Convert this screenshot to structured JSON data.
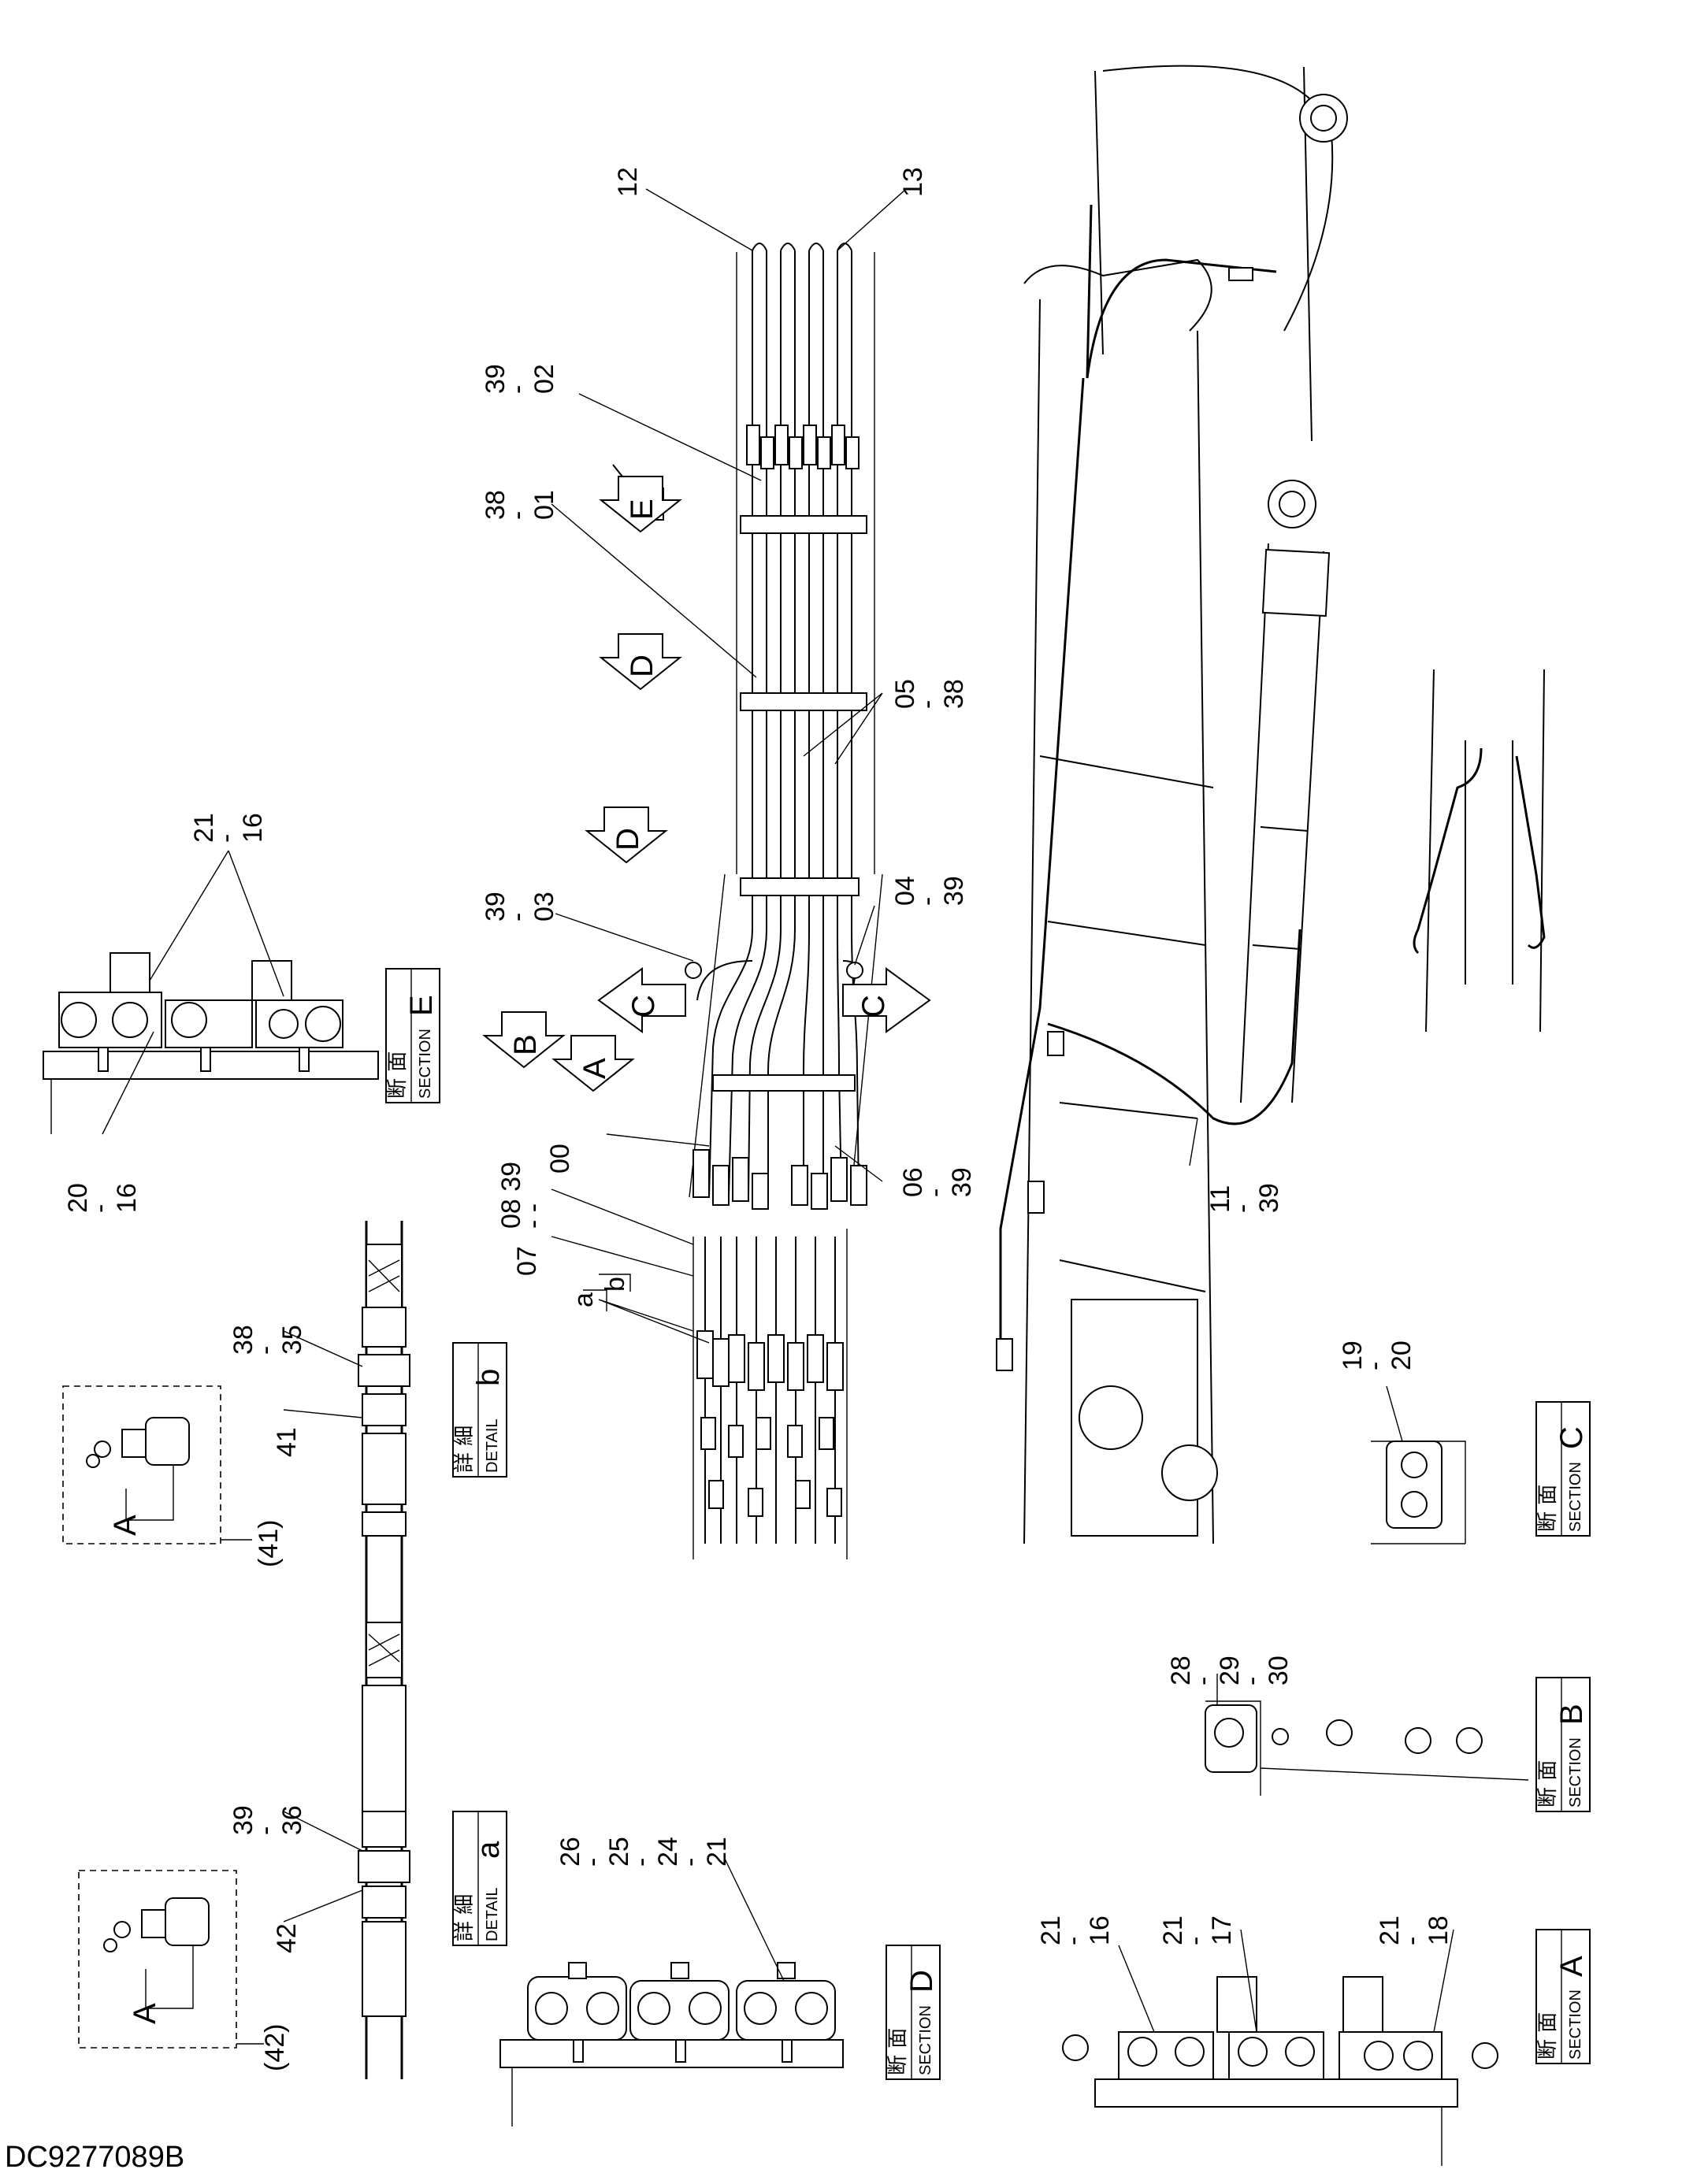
{
  "drawing_id": "DC9277089B",
  "callouts": {
    "c12": "12",
    "c13": "13",
    "c39_02": [
      "39",
      "-",
      "02"
    ],
    "c38_01": [
      "38",
      "-",
      "01"
    ],
    "c05_38": [
      "05",
      "-",
      "38"
    ],
    "c39_03": [
      "39",
      "-",
      "03"
    ],
    "c04_39": [
      "04",
      "-",
      "39"
    ],
    "c00_39": [
      "08 39",
      "- -",
      "00"
    ],
    "c07": "07",
    "c06_39": [
      "06",
      "-",
      "39"
    ],
    "c11_39": [
      "11",
      "-",
      "39"
    ],
    "c19_20": [
      "19",
      "-",
      "20"
    ],
    "c21_16_top": [
      "21",
      "-",
      "16"
    ],
    "c20_16": [
      "20",
      "-",
      "16"
    ],
    "c38_35": [
      "38",
      "-",
      "35"
    ],
    "c41": "41",
    "c41p": "(41)",
    "c39_36": [
      "39",
      "-",
      "36"
    ],
    "c42": "42",
    "c42p": "(42)",
    "c26_21": [
      "26",
      "-",
      "25",
      "-",
      "24",
      "-",
      "21"
    ],
    "c28_30": [
      "28",
      "-",
      "29",
      "-",
      "30"
    ],
    "c21_16b": [
      "21",
      "-",
      "16"
    ],
    "c21_17": [
      "21",
      "-",
      "17"
    ],
    "c21_18": [
      "21",
      "-",
      "18"
    ],
    "ca": "a",
    "cb": "b"
  },
  "view_arrows": {
    "E": "E",
    "D1": "D",
    "D2": "D",
    "C1": "C",
    "C2": "C",
    "B": "B",
    "A": "A"
  },
  "sections": {
    "E": {
      "jp": "断 面",
      "en": "SECTION",
      "letter": "E"
    },
    "D": {
      "jp": "断 面",
      "en": "SECTION",
      "letter": "D"
    },
    "C": {
      "jp": "断 面",
      "en": "SECTION",
      "letter": "C"
    },
    "B": {
      "jp": "断 面",
      "en": "SECTION",
      "letter": "B"
    },
    "A": {
      "jp": "断 面",
      "en": "SECTION",
      "letter": "A"
    }
  },
  "details": {
    "a": {
      "jp": "詳 細",
      "en": "DETAIL",
      "letter": "a"
    },
    "b": {
      "jp": "詳 細",
      "en": "DETAIL",
      "letter": "b"
    }
  },
  "inset_labels": {
    "a_inset": "A",
    "b_inset": "A"
  }
}
